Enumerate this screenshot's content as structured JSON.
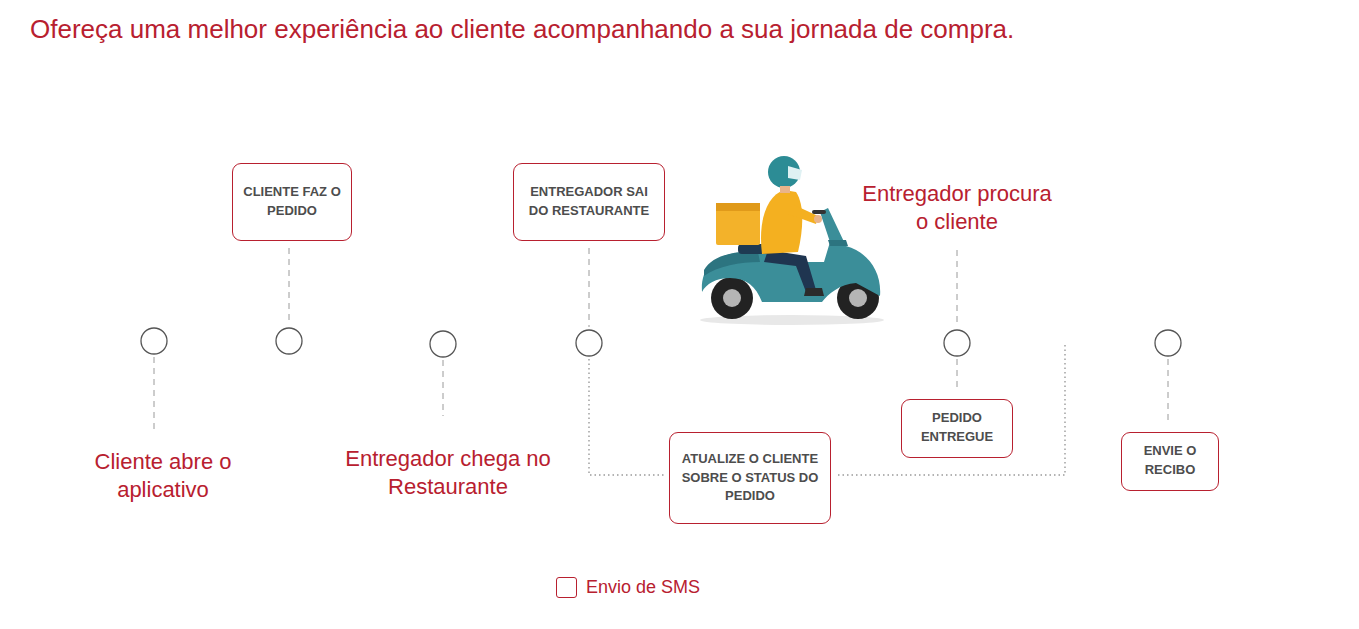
{
  "diagram": {
    "title": "Ofereça uma melhor experiência ao cliente acompanhando a sua jornada de compra.",
    "nodes": [
      {
        "text": [
          "CLIENTE FAZ O PEDIDO"
        ]
      },
      {
        "text": [
          "ENTREGADOR SAI DO RESTAURANTE"
        ]
      },
      {
        "text": [
          "ATUALIZE O CLIENTE SOBRE O STATUS DO PEDIDO"
        ]
      },
      {
        "text": [
          "PEDIDO ENTREGUE"
        ]
      },
      {
        "text": [
          "ENVIE O RECIBO"
        ]
      }
    ],
    "labels": [
      "Cliente abre o aplicativo",
      "Entregador chega no Restaurante",
      "Entregador procura o cliente"
    ],
    "legend": [
      {
        "text": "Envio de SMS"
      }
    ]
  }
}
